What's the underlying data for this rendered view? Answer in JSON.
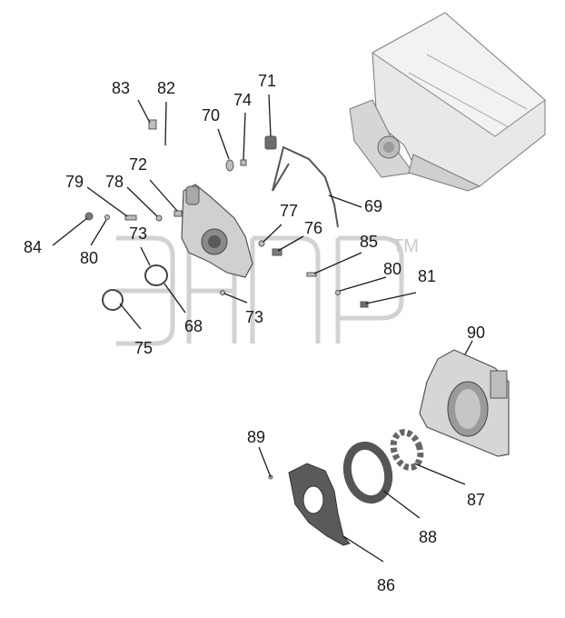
{
  "watermark": {
    "trademark": "TM"
  },
  "callouts": {
    "c83": "83",
    "c82": "82",
    "c71": "71",
    "c74": "74",
    "c70": "70",
    "c72": "72",
    "c79": "79",
    "c78": "78",
    "c69": "69",
    "c77": "77",
    "c76": "76",
    "c84": "84",
    "c80a": "80",
    "c73a": "73",
    "c85": "85",
    "c80b": "80",
    "c81": "81",
    "c68": "68",
    "c73b": "73",
    "c75": "75",
    "c90": "90",
    "c89": "89",
    "c87": "87",
    "c88": "88",
    "c86": "86"
  }
}
